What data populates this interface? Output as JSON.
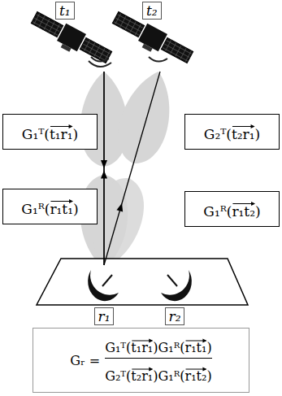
{
  "diagram": {
    "nodes": [
      {
        "text": [
          "t₁"
        ]
      },
      {
        "text": [
          "t₂"
        ]
      },
      {
        "text": [
          "G₁ᵀ(t₁r₁)"
        ]
      },
      {
        "text": [
          "G₂ᵀ(t₂r₁)"
        ]
      },
      {
        "text": [
          "G₁ᴿ(r₁t₁)"
        ]
      },
      {
        "text": [
          "G₁ᴿ(r₁t₂)"
        ]
      },
      {
        "text": [
          "r₁"
        ]
      },
      {
        "text": [
          "r₂"
        ]
      },
      {
        "text": [
          "Gᵣ =",
          "G₁ᵀ(t₁r₁)G₁ᴿ(r₁t₁)",
          "G₂ᵀ(t₂r₁)G₁ᴿ(r₁t₂)"
        ]
      }
    ],
    "edges": [
      {
        "from": 0,
        "to": 6,
        "arrow": "to"
      },
      {
        "from": 6,
        "to": 0,
        "arrow": "to"
      },
      {
        "from": 6,
        "to": 1,
        "arrow": "to"
      }
    ]
  }
}
